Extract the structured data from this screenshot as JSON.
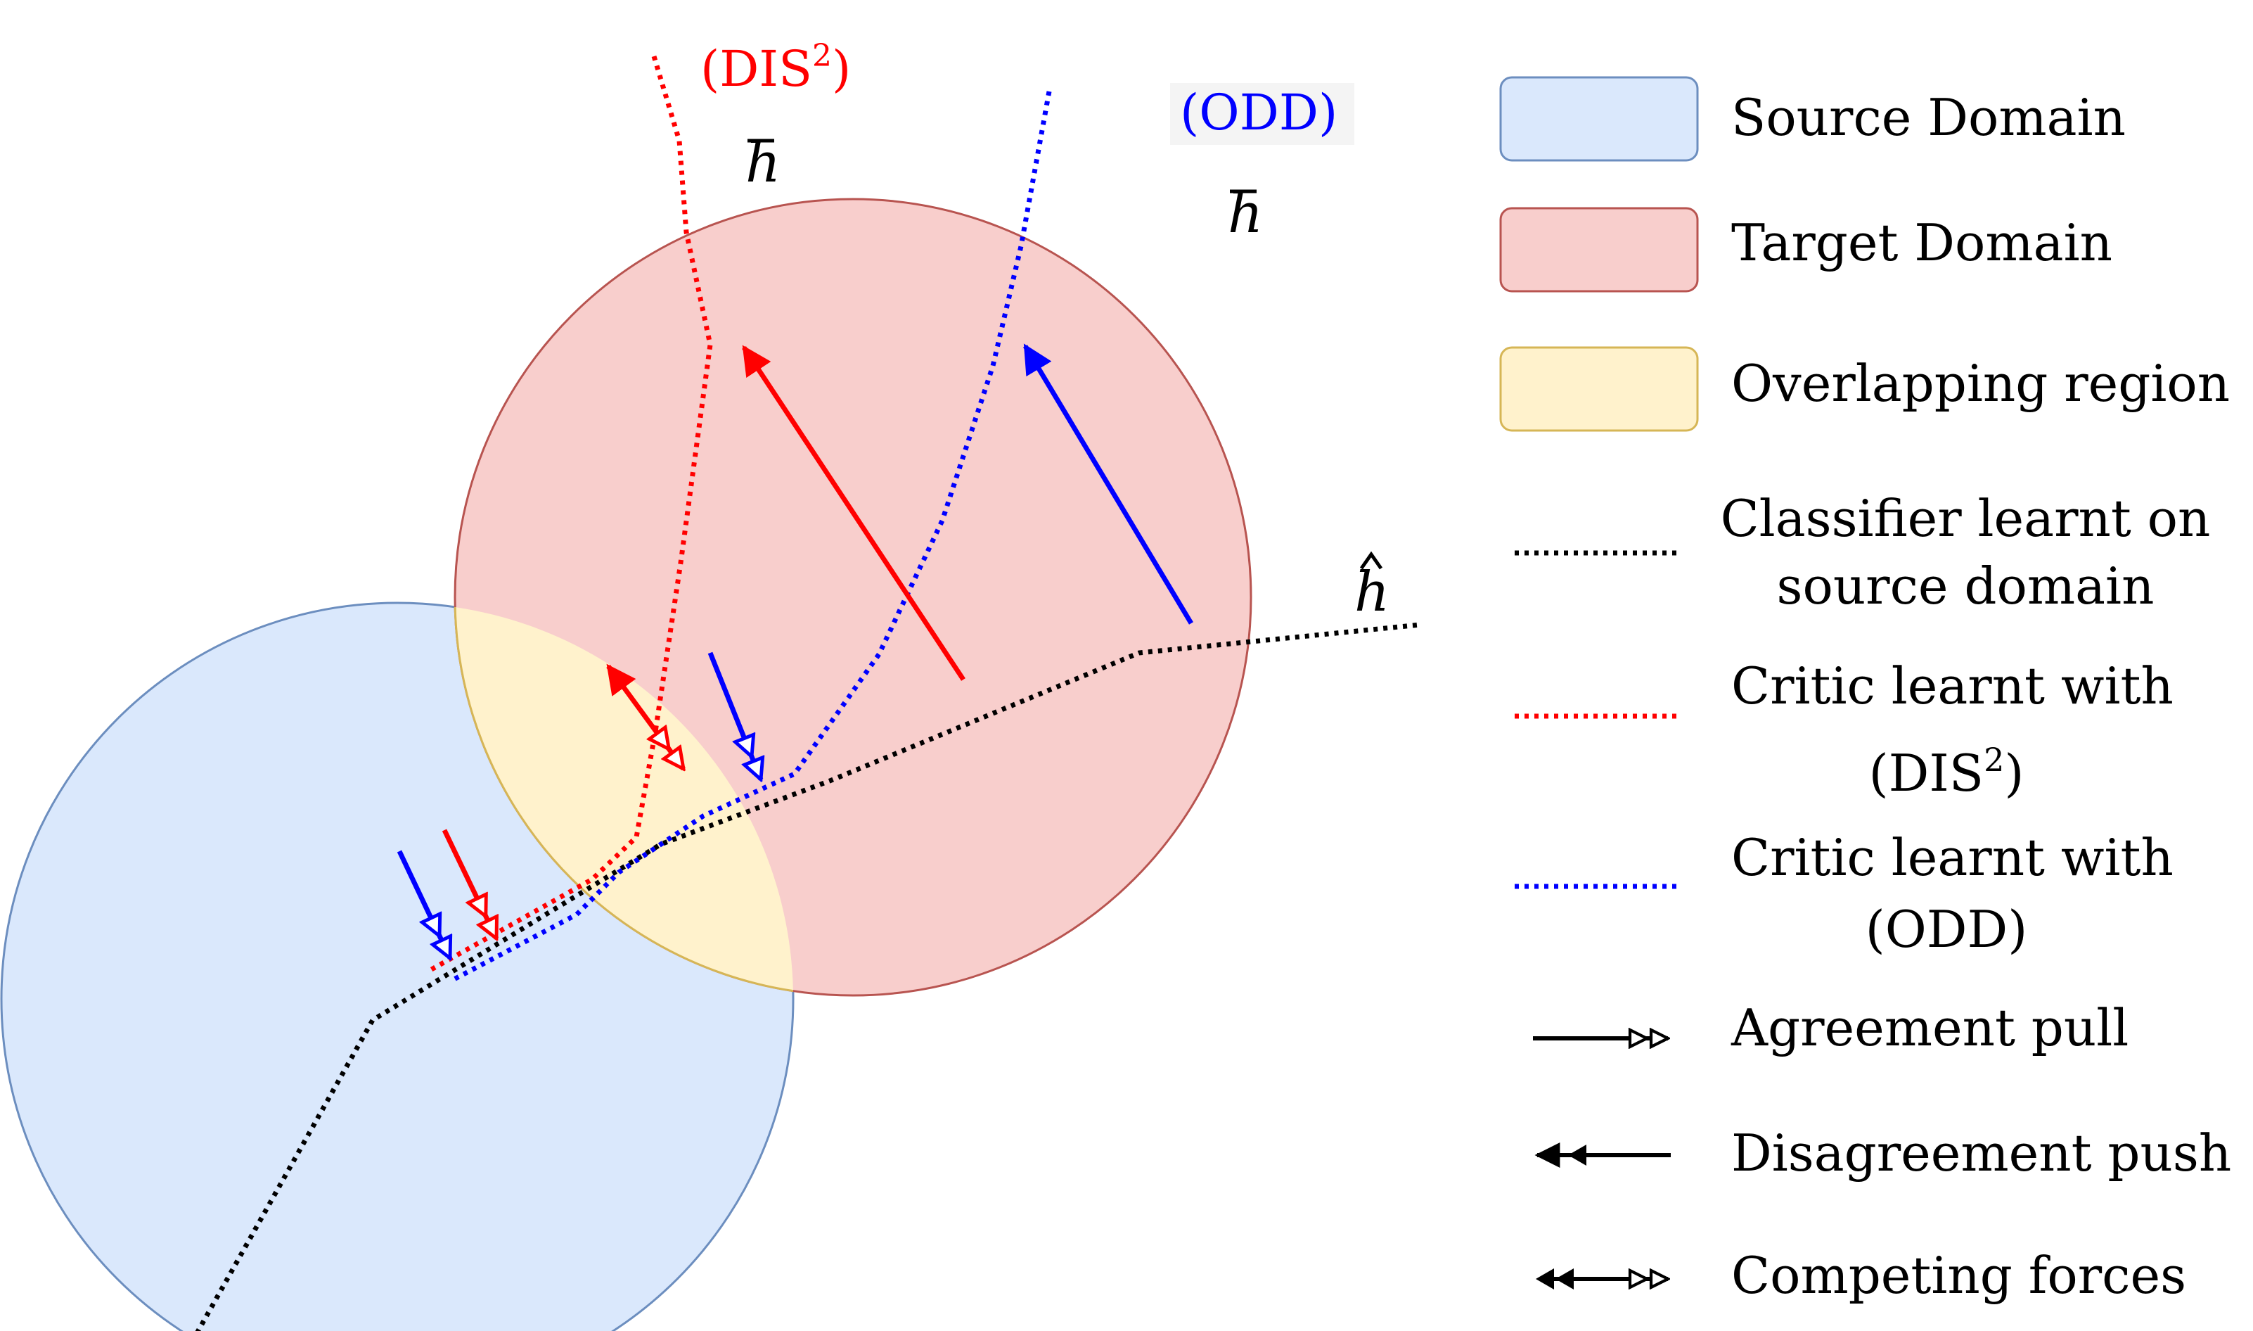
{
  "colors": {
    "source_fill": "#dae8fc",
    "source_stroke": "#6c8ebf",
    "target_fill": "#f8cecc",
    "target_stroke": "#b85450",
    "overlap_fill": "#fff2cc",
    "overlap_stroke": "#d6b656",
    "red": "#ff0000",
    "blue": "#0000ff",
    "black": "#000000"
  },
  "annotations": {
    "dis2_label": "(DIS",
    "dis2_sup": "2",
    "dis2_close": ")",
    "odd_label": "(ODD)",
    "hbar": "h",
    "hhat": "h"
  },
  "legend": {
    "source_domain": "Source Domain",
    "target_domain": "Target Domain",
    "overlapping_region": "Overlapping region",
    "classifier_line1": "Classifier learnt on",
    "classifier_line2": "source domain",
    "critic_dis2_line1": "Critic learnt with",
    "critic_dis2_line2_pre": "(DIS",
    "critic_dis2_line2_sup": "2",
    "critic_dis2_line2_post": ")",
    "critic_odd_line1": "Critic learnt with",
    "critic_odd_line2": "(ODD)",
    "agreement_pull": "Agreement pull",
    "disagreement_push": "Disagreement push",
    "competing_forces": "Competing forces"
  }
}
